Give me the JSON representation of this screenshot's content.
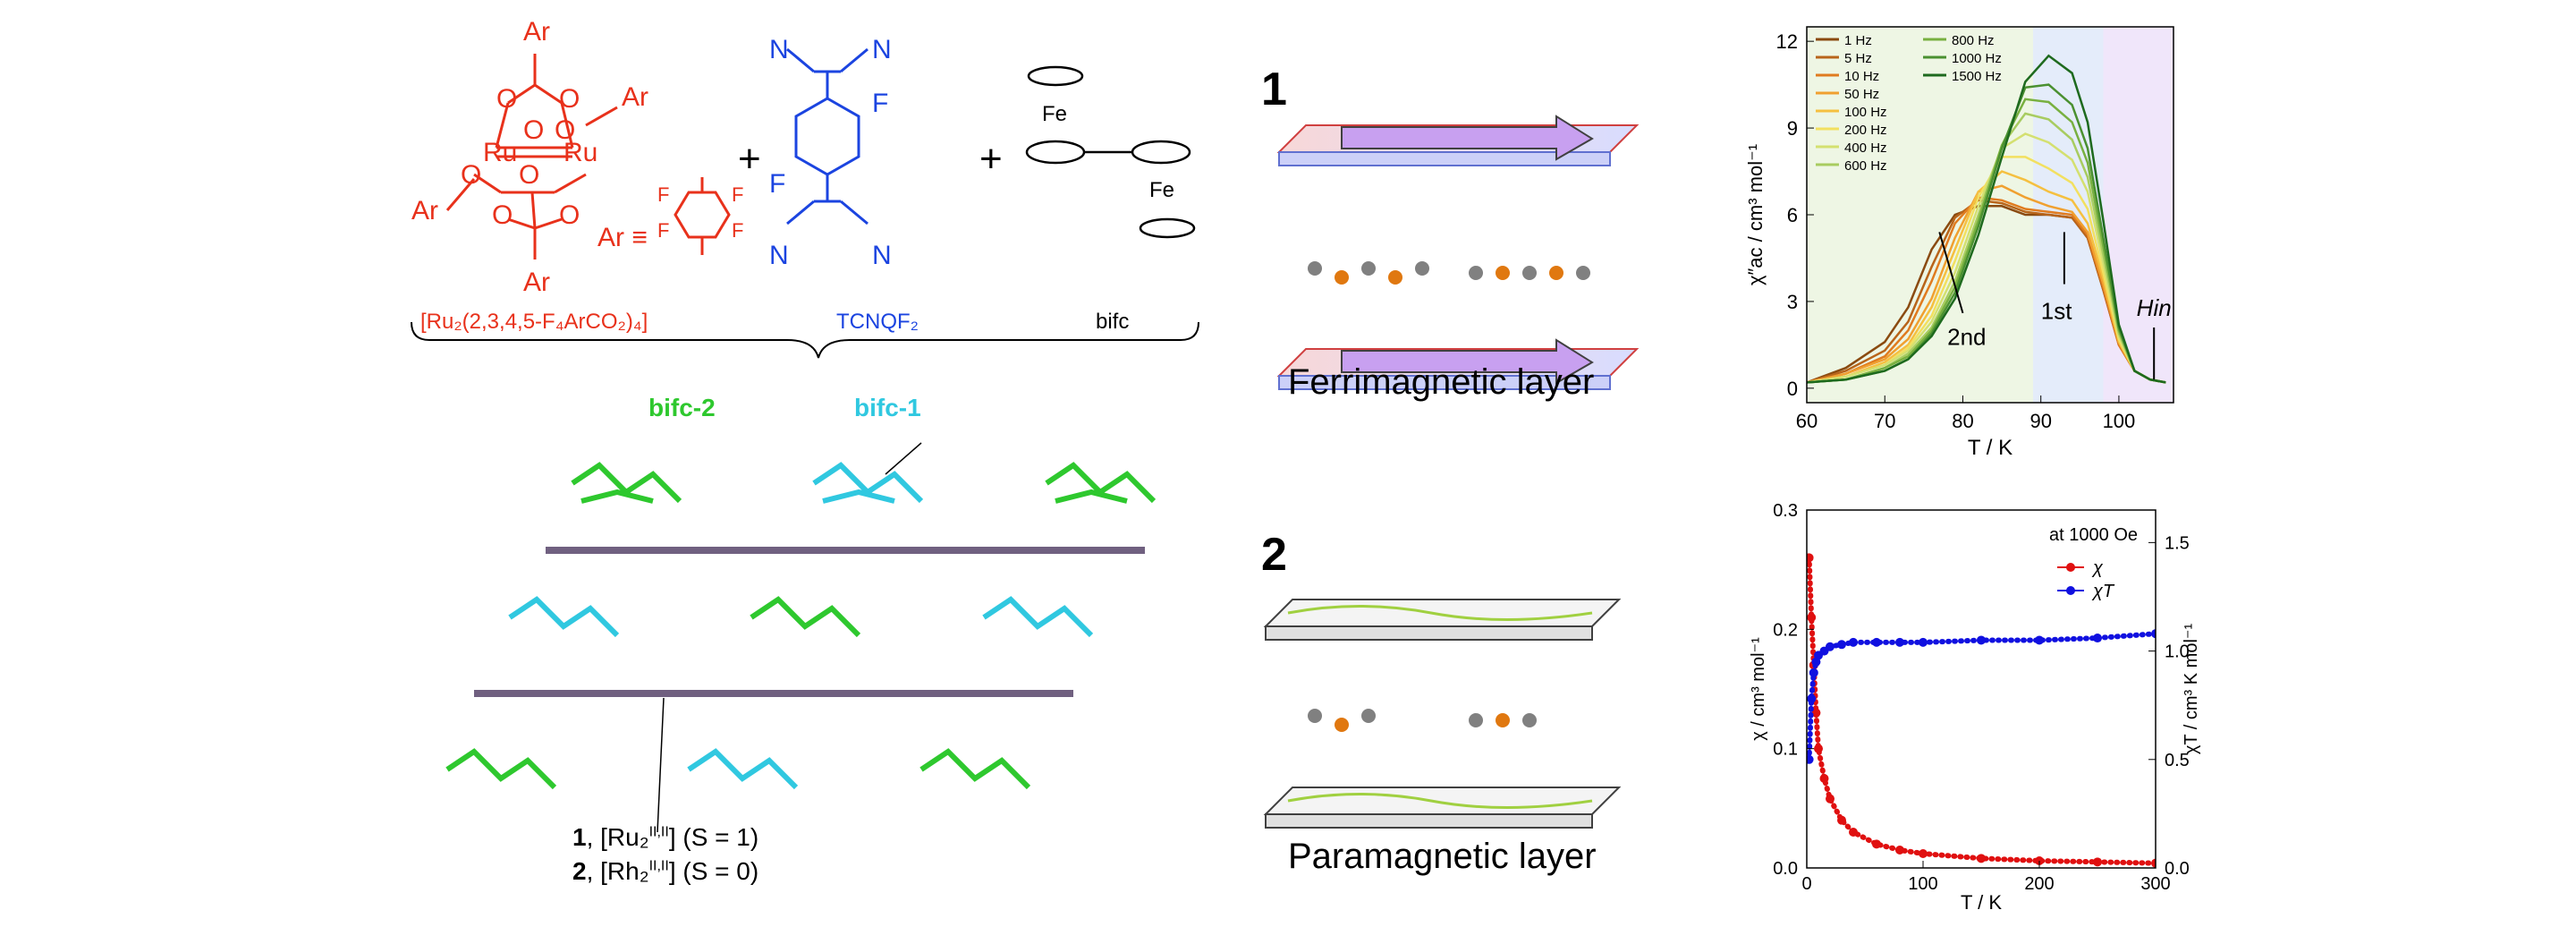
{
  "scheme": {
    "ru_complex_label": "[Ru₂(2,3,4,5-F₄ArCO₂)₄]",
    "tcnq_label": "TCNQF₂",
    "bifc_label": "bifc",
    "plus": "+",
    "ar": "Ar",
    "ar_equiv": "Ar ≡",
    "ru": "Ru",
    "o": "O",
    "f": "F",
    "n": "N",
    "fe": "Fe"
  },
  "crystal": {
    "bifc2_label": "bifc-2",
    "bifc1_label": "bifc-1",
    "compound1_num": "1",
    "compound1_text": ", [Ru₂",
    "compound1_sup": "II,II",
    "compound1_tail": "] (S = 1)",
    "compound2_num": "2",
    "compound2_text": ", [Rh₂",
    "compound2_sup": "II,II",
    "compound2_tail": "] (S = 0)"
  },
  "layers": {
    "panel1_num": "1",
    "panel1_caption": "Ferrimagnetic layer",
    "panel2_num": "2",
    "panel2_caption": "Paramagnetic layer"
  },
  "chart_data": [
    {
      "type": "line",
      "xlabel": "T / K",
      "ylabel": "χ″ac / cm³ mol⁻¹",
      "xlim": [
        60,
        107
      ],
      "ylim": [
        -0.5,
        12.5
      ],
      "xticks": [
        60,
        70,
        80,
        90,
        100
      ],
      "yticks": [
        0,
        3,
        6,
        9,
        12
      ],
      "legend_position": "top-left",
      "annotations": [
        "2nd",
        "1st",
        "Hin"
      ],
      "series": [
        {
          "name": "1 Hz",
          "color": "#8a4a10",
          "x": [
            60,
            65,
            70,
            73,
            76,
            79,
            82,
            85,
            88,
            91,
            94,
            96,
            98,
            100,
            102,
            104,
            106
          ],
          "values": [
            0.2,
            0.7,
            1.6,
            2.8,
            4.8,
            6.0,
            6.3,
            6.3,
            6.0,
            6.0,
            5.9,
            5.2,
            3.4,
            1.5,
            0.6,
            0.3,
            0.2
          ]
        },
        {
          "name": "5 Hz",
          "color": "#b8641a",
          "x": [
            60,
            65,
            70,
            73,
            76,
            79,
            82,
            85,
            88,
            91,
            94,
            96,
            98,
            100,
            102,
            104,
            106
          ],
          "values": [
            0.2,
            0.6,
            1.3,
            2.3,
            4.2,
            5.9,
            6.5,
            6.4,
            6.1,
            6.0,
            5.9,
            5.2,
            3.4,
            1.5,
            0.6,
            0.3,
            0.2
          ]
        },
        {
          "name": "10 Hz",
          "color": "#e07b1f",
          "x": [
            60,
            65,
            70,
            73,
            76,
            79,
            82,
            85,
            88,
            91,
            94,
            96,
            98,
            100,
            102,
            104,
            106
          ],
          "values": [
            0.2,
            0.5,
            1.1,
            2.0,
            3.7,
            5.7,
            6.6,
            6.5,
            6.2,
            6.1,
            6.0,
            5.3,
            3.5,
            1.5,
            0.6,
            0.3,
            0.2
          ]
        },
        {
          "name": "50 Hz",
          "color": "#f0a030",
          "x": [
            60,
            65,
            70,
            73,
            76,
            79,
            82,
            85,
            88,
            91,
            94,
            96,
            98,
            100,
            102,
            104,
            106
          ],
          "values": [
            0.2,
            0.5,
            1.0,
            1.7,
            3.1,
            5.2,
            6.8,
            7.0,
            6.6,
            6.3,
            6.1,
            5.4,
            3.6,
            1.6,
            0.6,
            0.3,
            0.2
          ]
        },
        {
          "name": "100 Hz",
          "color": "#f5c040",
          "x": [
            60,
            65,
            70,
            73,
            76,
            79,
            82,
            85,
            88,
            91,
            94,
            96,
            98,
            100,
            102,
            104,
            106
          ],
          "values": [
            0.2,
            0.4,
            0.9,
            1.5,
            2.8,
            4.8,
            6.8,
            7.5,
            7.2,
            6.8,
            6.5,
            5.7,
            3.8,
            1.6,
            0.6,
            0.3,
            0.2
          ]
        },
        {
          "name": "200 Hz",
          "color": "#f2e060",
          "x": [
            60,
            65,
            70,
            73,
            76,
            79,
            82,
            85,
            88,
            91,
            94,
            96,
            98,
            100,
            102,
            104,
            106
          ],
          "values": [
            0.2,
            0.4,
            0.8,
            1.4,
            2.5,
            4.4,
            6.6,
            8.0,
            8.0,
            7.6,
            7.1,
            6.2,
            4.0,
            1.7,
            0.6,
            0.3,
            0.2
          ]
        },
        {
          "name": "400 Hz",
          "color": "#d4e070",
          "x": [
            60,
            65,
            70,
            73,
            76,
            79,
            82,
            85,
            88,
            91,
            94,
            96,
            98,
            100,
            102,
            104,
            106
          ],
          "values": [
            0.2,
            0.4,
            0.8,
            1.3,
            2.3,
            4.0,
            6.3,
            8.3,
            8.8,
            8.5,
            7.9,
            6.8,
            4.3,
            1.8,
            0.6,
            0.3,
            0.2
          ]
        },
        {
          "name": "600 Hz",
          "color": "#a8cc60",
          "x": [
            60,
            65,
            70,
            73,
            76,
            79,
            82,
            85,
            88,
            91,
            94,
            96,
            98,
            100,
            102,
            104,
            106
          ],
          "values": [
            0.2,
            0.3,
            0.7,
            1.2,
            2.1,
            3.7,
            6.0,
            8.4,
            9.5,
            9.3,
            8.6,
            7.3,
            4.6,
            1.9,
            0.6,
            0.3,
            0.2
          ]
        },
        {
          "name": "800 Hz",
          "color": "#78b040",
          "x": [
            60,
            65,
            70,
            73,
            76,
            79,
            82,
            85,
            88,
            91,
            94,
            96,
            98,
            100,
            102,
            104,
            106
          ],
          "values": [
            0.2,
            0.3,
            0.7,
            1.1,
            2.0,
            3.5,
            5.8,
            8.4,
            10.0,
            9.9,
            9.2,
            7.8,
            4.9,
            2.0,
            0.6,
            0.3,
            0.2
          ]
        },
        {
          "name": "1000 Hz",
          "color": "#4a9030",
          "x": [
            60,
            65,
            70,
            73,
            76,
            79,
            82,
            85,
            88,
            91,
            94,
            96,
            98,
            100,
            102,
            104,
            106
          ],
          "values": [
            0.2,
            0.3,
            0.6,
            1.0,
            1.9,
            3.3,
            5.6,
            8.3,
            10.4,
            10.5,
            9.8,
            8.3,
            5.2,
            2.1,
            0.6,
            0.3,
            0.2
          ]
        },
        {
          "name": "1500 Hz",
          "color": "#1e6a1e",
          "x": [
            60,
            65,
            70,
            73,
            76,
            79,
            82,
            85,
            88,
            91,
            94,
            96,
            98,
            100,
            102,
            104,
            106
          ],
          "values": [
            0.2,
            0.3,
            0.6,
            1.0,
            1.8,
            3.1,
            5.3,
            8.0,
            10.6,
            11.5,
            10.9,
            9.2,
            5.8,
            2.2,
            0.6,
            0.3,
            0.2
          ]
        }
      ]
    },
    {
      "type": "scatter",
      "xlabel": "T / K",
      "ylabel": "χ / cm³ mol⁻¹",
      "y2label": "χT / cm³ K mol⁻¹",
      "annotation": "at 1000 Oe",
      "xlim": [
        0,
        300
      ],
      "ylim": [
        0,
        0.3
      ],
      "y2lim": [
        0,
        1.65
      ],
      "xticks": [
        0,
        100,
        200,
        300
      ],
      "yticks": [
        0.0,
        0.1,
        0.2,
        0.3
      ],
      "y2ticks": [
        0.0,
        0.5,
        1.0,
        1.5
      ],
      "legend_position": "top-right",
      "series": [
        {
          "name": "χ",
          "axis": "left",
          "color": "#e01010",
          "x": [
            2,
            4,
            6,
            8,
            10,
            15,
            20,
            30,
            40,
            60,
            80,
            100,
            150,
            200,
            250,
            300
          ],
          "values": [
            0.26,
            0.21,
            0.17,
            0.13,
            0.1,
            0.075,
            0.058,
            0.04,
            0.03,
            0.02,
            0.015,
            0.012,
            0.008,
            0.006,
            0.005,
            0.004
          ]
        },
        {
          "name": "χT",
          "axis": "right",
          "color": "#1010e0",
          "x": [
            2,
            4,
            6,
            8,
            10,
            15,
            20,
            30,
            40,
            60,
            80,
            100,
            150,
            200,
            250,
            300
          ],
          "values": [
            0.5,
            0.78,
            0.9,
            0.95,
            0.98,
            1.0,
            1.02,
            1.03,
            1.04,
            1.04,
            1.04,
            1.04,
            1.05,
            1.05,
            1.06,
            1.08
          ]
        }
      ]
    }
  ]
}
